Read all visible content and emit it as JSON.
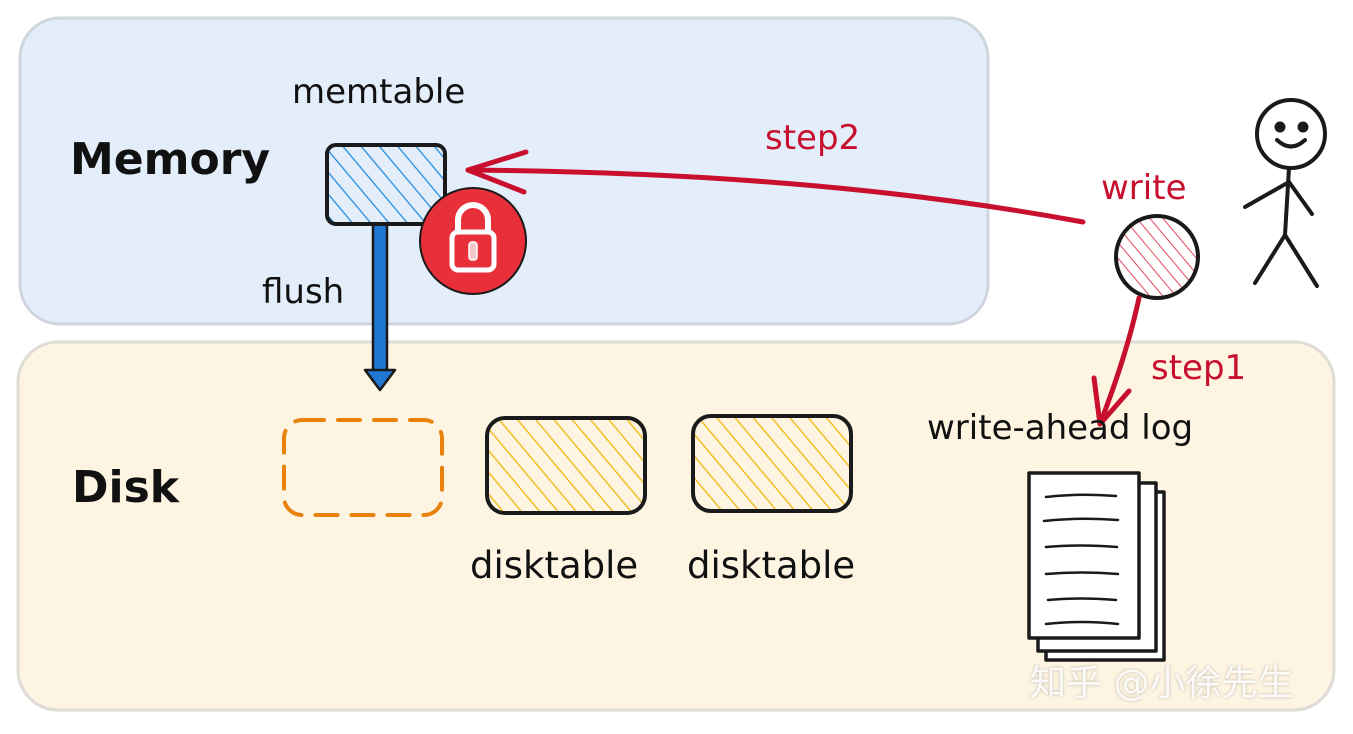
{
  "regions": {
    "memory": {
      "label": "Memory"
    },
    "disk": {
      "label": "Disk"
    }
  },
  "memtable": {
    "label": "memtable"
  },
  "flush": {
    "label": "flush"
  },
  "write": {
    "label": "write"
  },
  "steps": {
    "step1": "step1",
    "step2": "step2"
  },
  "disktables": [
    "disktable",
    "disktable"
  ],
  "wal": {
    "label": "write-ahead log"
  },
  "watermark": "知乎 @小徐先生",
  "colors": {
    "memory_bg": "#e3eefa",
    "disk_bg": "#fdf4e2",
    "memtable_hatch": "#1f8ae0",
    "disktable_hatch": "#f0b400",
    "placeholder_dash": "#e8820c",
    "arrow_red": "#c8102e",
    "flush_blue": "#1f78d1",
    "lock_red": "#e8303a"
  },
  "icons": [
    "lock-icon",
    "stick-figure-icon",
    "document-stack-icon"
  ]
}
